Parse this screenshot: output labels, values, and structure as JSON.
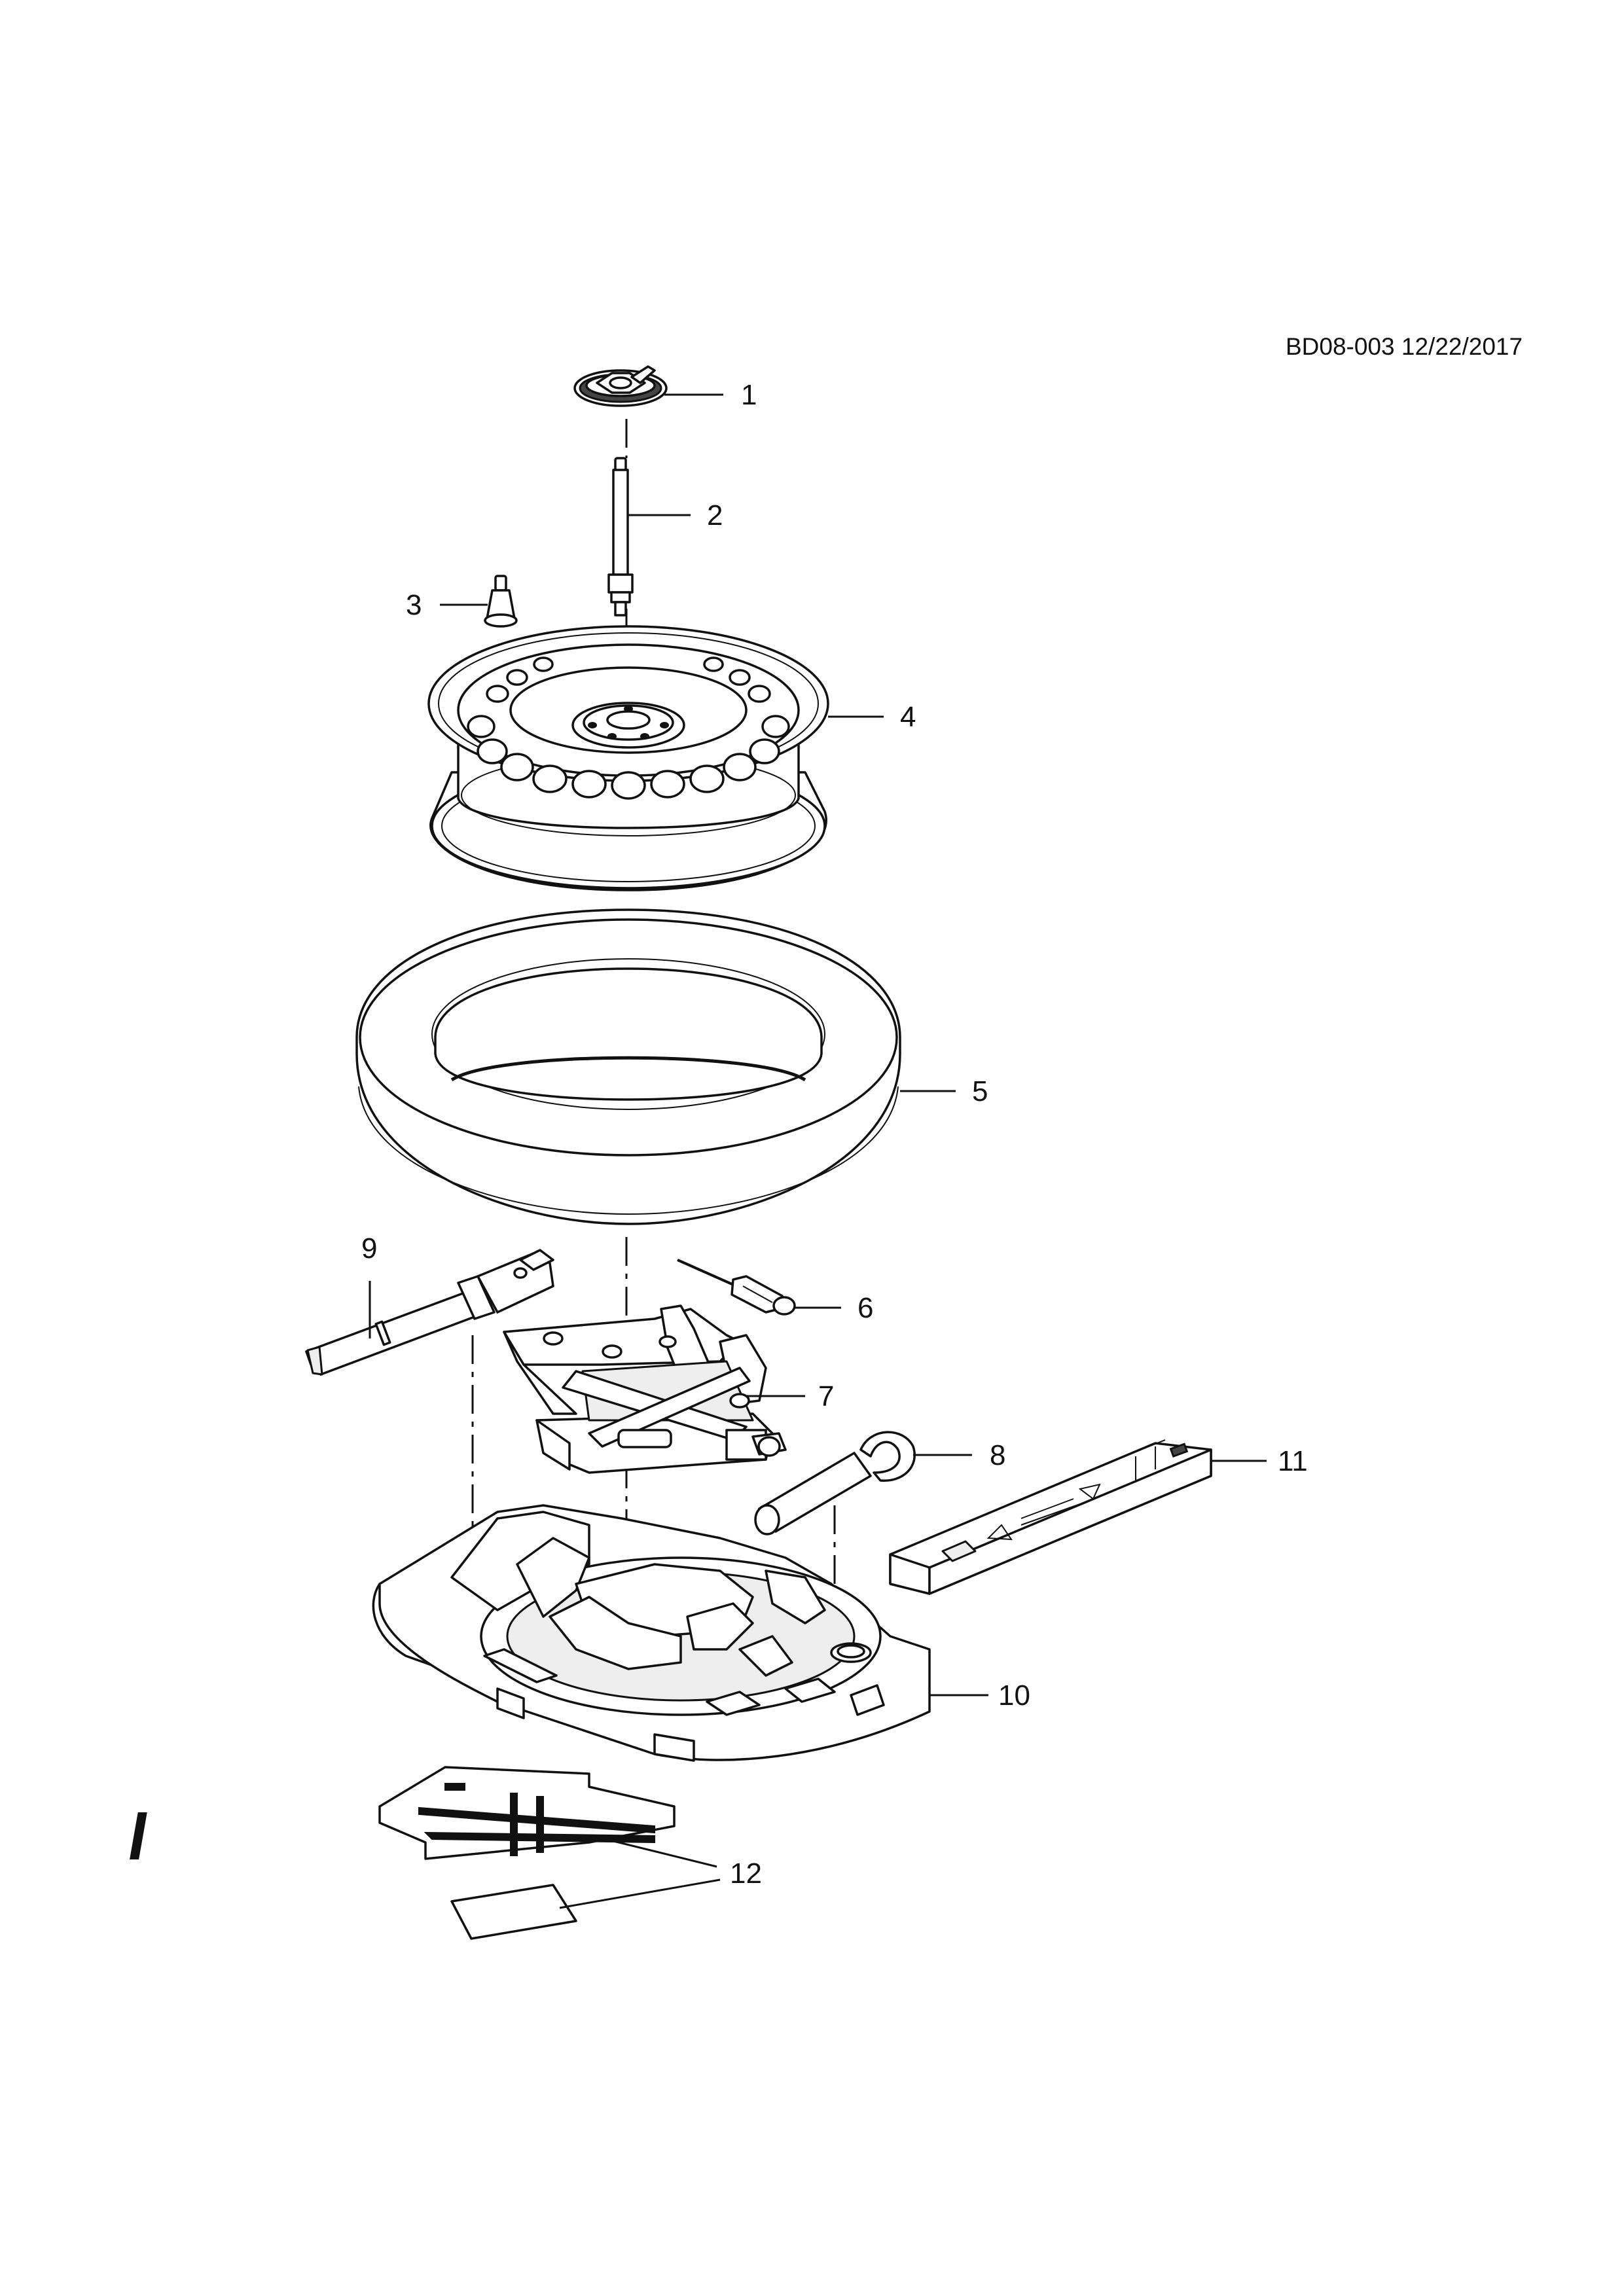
{
  "document": {
    "reference": "BD08-003 12/22/2017"
  },
  "callouts": [
    {
      "number": "1"
    },
    {
      "number": "2"
    },
    {
      "number": "3"
    },
    {
      "number": "4"
    },
    {
      "number": "5"
    },
    {
      "number": "6"
    },
    {
      "number": "7"
    },
    {
      "number": "8"
    },
    {
      "number": "9"
    },
    {
      "number": "10"
    },
    {
      "number": "11"
    },
    {
      "number": "12"
    }
  ]
}
